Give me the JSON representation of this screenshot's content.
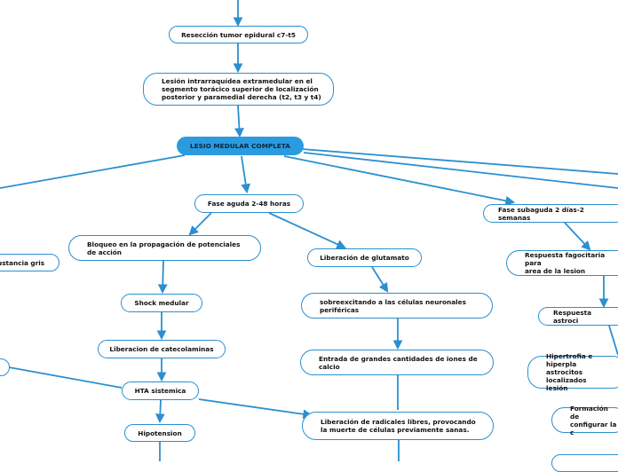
{
  "map": {
    "colors": {
      "line": "#2b8fd0",
      "root_fill": "#2b9be0",
      "node_border": "#2b8fd0"
    },
    "nodes": {
      "reseccion": "Resección tumor epidural c7-t5",
      "lesion": "Lesión intrarraquídea extramedular en el\nsegmento torácico superior de localización\nposterior y paramedial derecha (t2, t3 y t4)",
      "root": "LESIO MEDULAR COMPLETA",
      "fase_aguda": "Fase aguda 2-48 horas",
      "fase_subaguda": "Fase subaguda 2 días-2 semanas",
      "sustancia_gris": "ustancia gris",
      "bloqueo": "Bloqueo en la propagación de potenciales\nde acción",
      "liberacion_glutamato": "Liberación de glutamato",
      "respuesta_fagocitaria": "Respuesta fagocitaria para\narea de la lesion",
      "shock": "Shock medular",
      "sobreexcitando": "sobreexcitando a las células neuronales\nperiféricas",
      "respuesta_astrocitaria": "Respuesta astroci",
      "catecolaminas": "Liberacion de catecolaminas",
      "entrada_calcio": "Entrada de grandes cantidades de iones de\ncalcio",
      "hipertrofia": "Hipertrofia e hiperpla\nastrocitos localizados\nlesión",
      "hta": "HTA sistemica",
      "radicales": "Liberación de radicales libres, provocando\nla muerte de células previamente sanas.",
      "formacion": "Formación de\nconfigurar la c",
      "hipotension": "Hipotension"
    }
  }
}
